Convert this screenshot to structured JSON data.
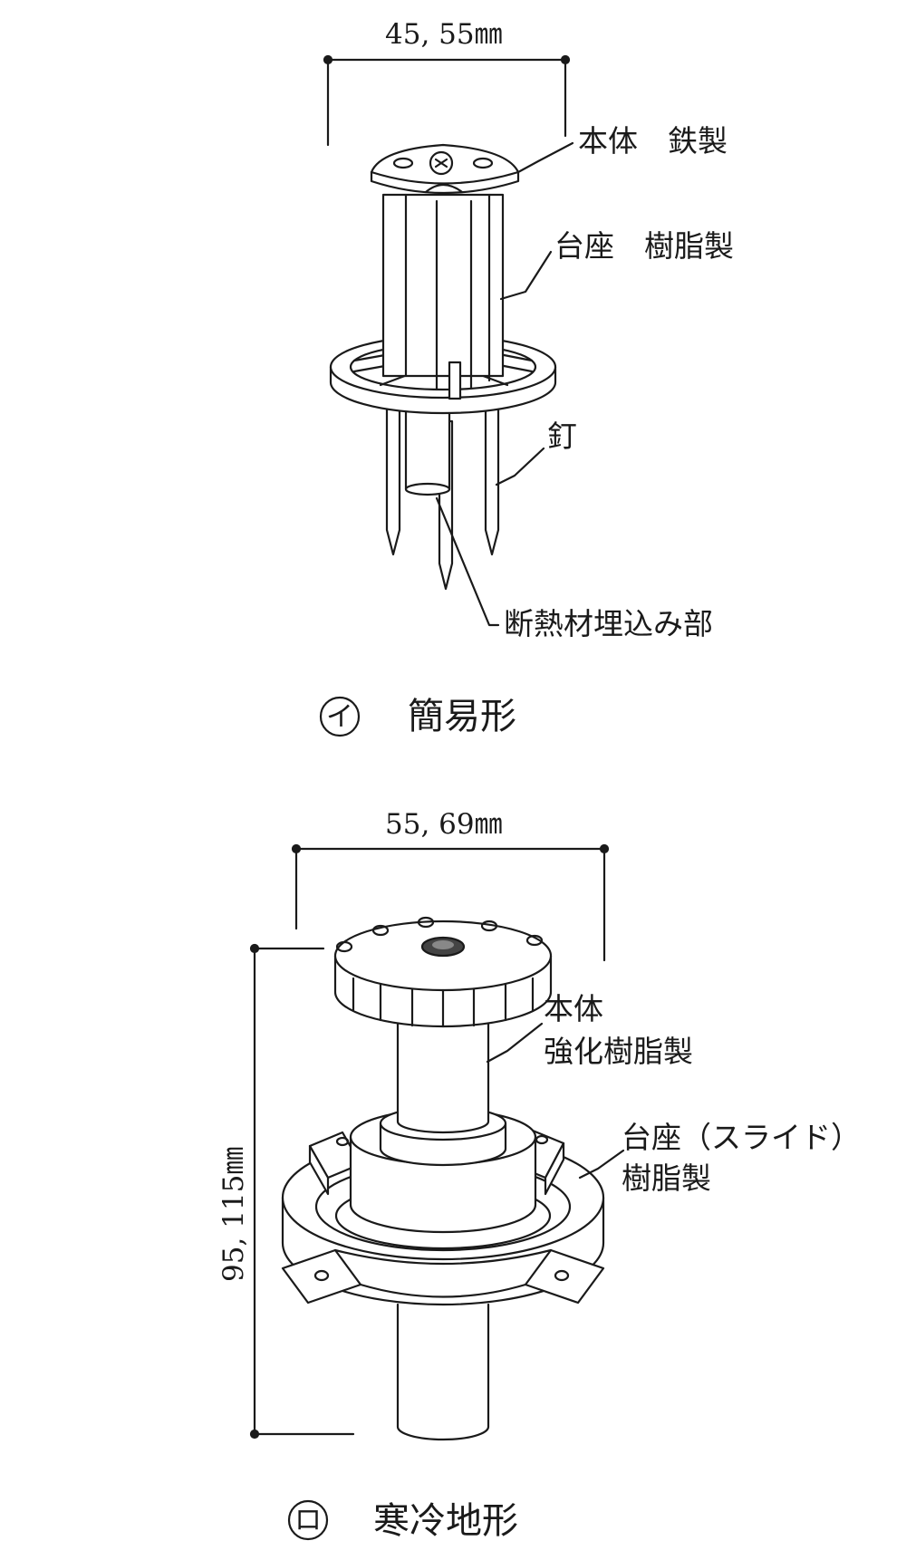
{
  "figure_a": {
    "dimension": "45, 55㎜",
    "labels": {
      "body": "本体　鉄製",
      "base": "台座　樹脂製",
      "nail": "釘",
      "insulation": "断熱材埋込み部"
    },
    "marker": "イ",
    "caption": "簡易形"
  },
  "figure_b": {
    "dimension_width": "55, 69㎜",
    "dimension_height": "95, 115㎜",
    "labels": {
      "body_line1": "本体",
      "body_line2": "強化樹脂製",
      "base_line1": "台座（スライド）",
      "base_line2": "樹脂製"
    },
    "marker": "ロ",
    "caption": "寒冷地形"
  }
}
